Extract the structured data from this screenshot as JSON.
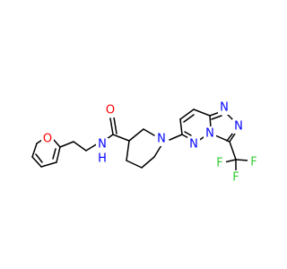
{
  "molecule": {
    "atoms": {
      "furan_o": "O",
      "amide_o": "O",
      "amide_nh": "N\nH",
      "amide_n": "N",
      "amide_h": "H",
      "piperidine_n": "N",
      "pyridazine_n": "N",
      "bridge_n": "N",
      "triazole_n1": "N",
      "triazole_n2": "N",
      "fluorine_top_left": "F",
      "fluorine_top_right": "F",
      "fluorine_bottom": "F"
    },
    "colors": {
      "bond": "#000000",
      "oxygen": "#ff0000",
      "nitrogen": "#0000ff",
      "fluorine": "#33cc33"
    }
  }
}
